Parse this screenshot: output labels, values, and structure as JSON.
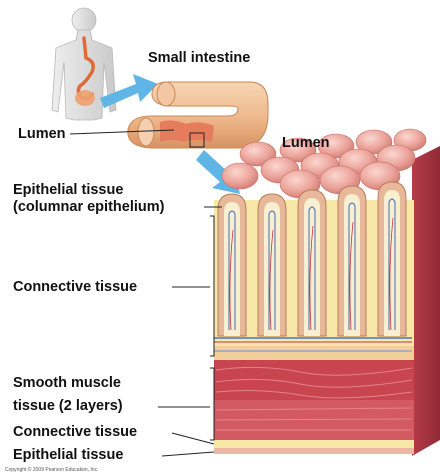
{
  "labels": {
    "small_intestine": "Small intestine",
    "lumen_top": "Lumen",
    "lumen_right": "Lumen",
    "epithelial_line1": "Epithelial tissue",
    "epithelial_line2": "(columnar epithelium)",
    "connective_1": "Connective tissue",
    "smooth_line1": "Smooth muscle",
    "smooth_line2": "tissue (2 layers)",
    "connective_2": "Connective tissue",
    "epithelial_2": "Epithelial tissue"
  },
  "copyright": "Copyright © 2009 Pearson Education, Inc.",
  "colors": {
    "arrow": "#5fb6e6",
    "villus": "#e8a8a0",
    "muscle": "#c8444e",
    "connective": "#f7e8a8",
    "intestine": "#f0c29a"
  },
  "icons": [
    "human-figure-icon",
    "small-intestine-segment-icon",
    "tissue-block-icon"
  ]
}
